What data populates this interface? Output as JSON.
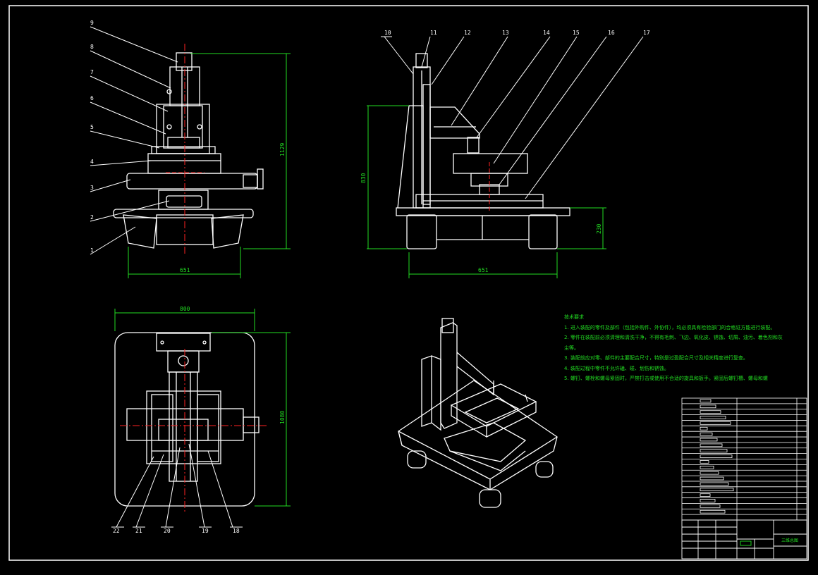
{
  "colors": {
    "background": "#000000",
    "lines": "#ffffff",
    "dimensions": "#22dd22",
    "centerlines": "#ff2222"
  },
  "balloons": {
    "front": [
      "9",
      "8",
      "7",
      "6",
      "5",
      "4",
      "3",
      "2",
      "1"
    ],
    "side": [
      "10",
      "11",
      "12",
      "13",
      "14",
      "15",
      "16",
      "17"
    ],
    "top": [
      "22",
      "21",
      "20",
      "19",
      "18"
    ]
  },
  "dimensions": {
    "front_width": "651",
    "front_height": "1129",
    "side_width": "651",
    "side_height": "830",
    "side_base_height": "230",
    "top_width": "800",
    "top_height": "1080"
  },
  "notes": {
    "title": "技术要求",
    "lines": [
      "1. 进入装配的零件及部件（包括外购件、外协件），均必须具有检验部门的合格证方能进行装配。",
      "2. 零件在装配前必须清理和清洗干净，不得有毛刺、飞边、氧化皮、锈蚀、切屑、油污、着色剂和灰",
      "尘等。",
      "3. 装配前应对零、部件的主要配合尺寸，特别是过盈配合尺寸及相关精度进行复查。",
      "4. 装配过程中零件不允许磕、碰、划伤和锈蚀。",
      "5. 螺钉、螺栓和螺母紧固时，严禁打击或使用不合适的旋具和扳手。紧固后螺钉槽、螺母和螺"
    ]
  },
  "title_block": {
    "drawing_name": "三维总图"
  }
}
